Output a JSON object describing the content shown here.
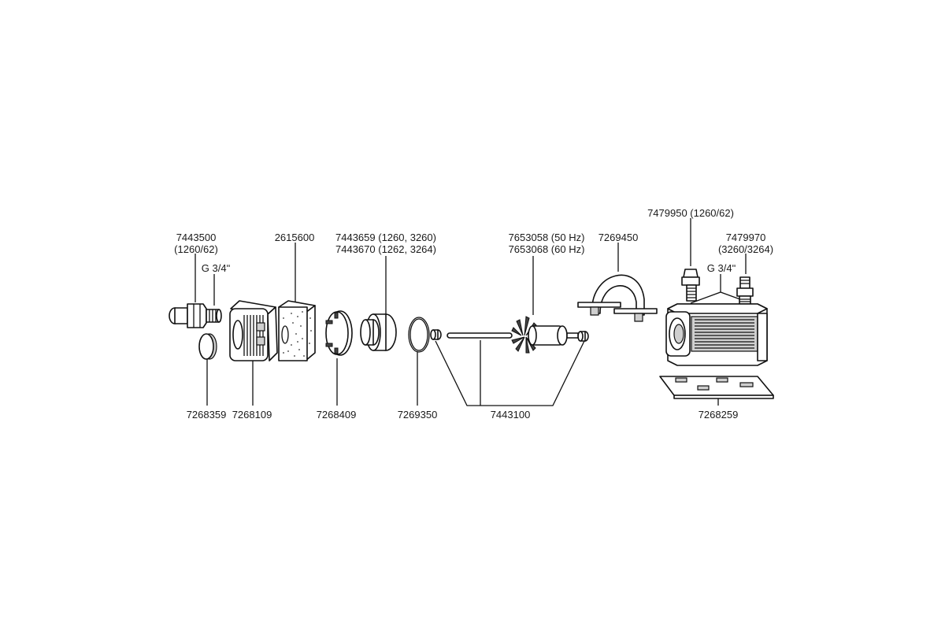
{
  "diagram": {
    "labels": {
      "outlet_part": "7443500",
      "outlet_variant": "(1260/62)",
      "thread_left": "G 3/4ʺ",
      "cap": "7268359",
      "filter_housing": "7268109",
      "sponge": "2615600",
      "rotor_cover": "7268409",
      "pump_cover_a": "7443659 (1260, 3260)",
      "pump_cover_b": "7443670 (1262, 3264)",
      "oring": "7269350",
      "shaft_set": "7443100",
      "impeller_50": "7653058 (50 Hz)",
      "impeller_60": "7653068 (60 Hz)",
      "bracket": "7269450",
      "nozzle_a": "7479950 (1260/62)",
      "nozzle_b": "7479970",
      "nozzle_b_variant": "(3260/3264)",
      "thread_right": "G 3/4ʺ",
      "base_plate": "7268259"
    }
  }
}
